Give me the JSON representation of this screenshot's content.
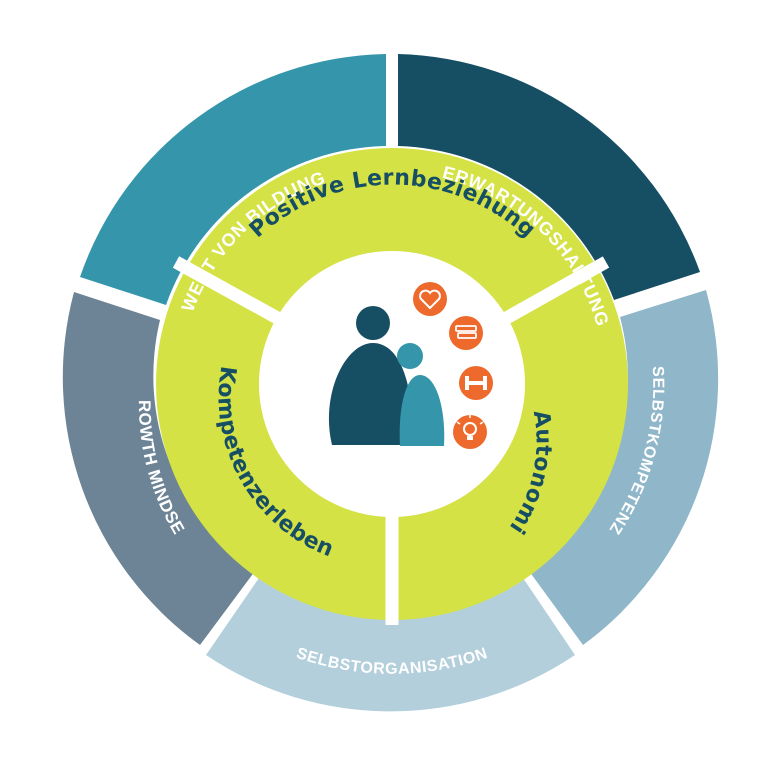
{
  "outer_ring": [
    {
      "key": "wert",
      "label": "WERT VON BILDUNG",
      "color": "#3596ab"
    },
    {
      "key": "erwartung",
      "label": "ERWARTUNGSHALTUNG",
      "color": "#164e63"
    },
    {
      "key": "selbstkompetenz",
      "label": "SELBSTKOMPETENZ",
      "color": "#8fb7c9"
    },
    {
      "key": "selbstorganisation",
      "label": "SELBSTORGANISATION",
      "color": "#b3cfdb"
    },
    {
      "key": "growth",
      "label": "GROWTH MINDSET",
      "color": "#6d8496"
    }
  ],
  "inner_ring": [
    {
      "key": "lernbeziehung",
      "label": "Positive Lernbeziehung"
    },
    {
      "key": "autonomie",
      "label": "Autonomie"
    },
    {
      "key": "kompetenz",
      "label": "Kompetenzerleben"
    }
  ],
  "colors": {
    "inner_fill": "#d4e246",
    "inner_text": "#164e63",
    "icon_orange": "#ee6a2c",
    "person_dark": "#164e63",
    "person_light": "#3596ab",
    "center_fill": "#ffffff"
  },
  "center_icons": [
    "heart-icon",
    "books-icon",
    "dumbbell-icon",
    "lightbulb-icon"
  ]
}
